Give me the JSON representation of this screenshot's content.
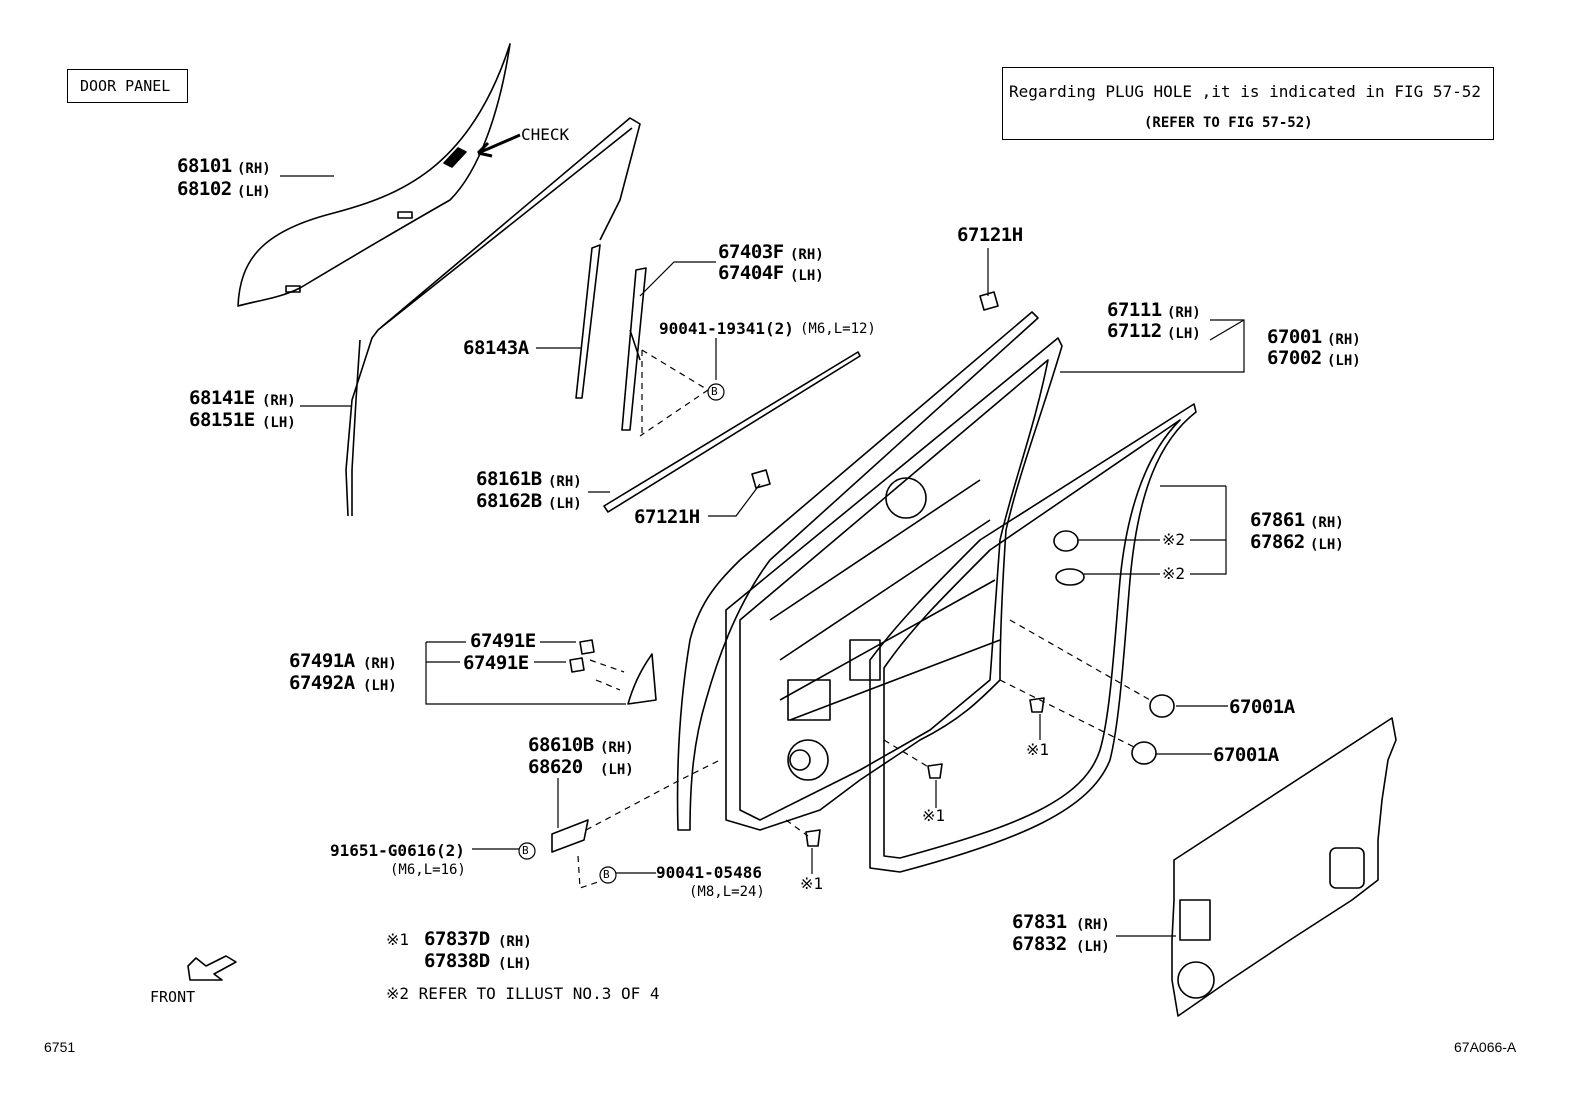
{
  "panel_title": "DOOR PANEL",
  "note": {
    "line1": "Regarding PLUG HOLE ,it is indicated in FIG 57-52",
    "line2": "(REFER TO FIG 57-52)"
  },
  "labels": {
    "check": "CHECK",
    "p68101": "68101",
    "p68102": "68102",
    "p68141E": "68141E",
    "p68151E": "68151E",
    "p68143A": "68143A",
    "p67403F": "67403F",
    "p67404F": "67404F",
    "p90041_19341": "90041-19341(2)",
    "p90041_19341_spec": "(M6,L=12)",
    "p68161B": "68161B",
    "p68162B": "68162B",
    "p67121H_a": "67121H",
    "p67121H_b": "67121H",
    "p67111": "67111",
    "p67112": "67112",
    "p67001": "67001",
    "p67002": "67002",
    "p67861": "67861",
    "p67862": "67862",
    "p67491E_a": "67491E",
    "p67491E_b": "67491E",
    "p67491A": "67491A",
    "p67492A": "67492A",
    "p67001A_a": "67001A",
    "p67001A_b": "67001A",
    "p68610B": "68610B",
    "p68620": "68620",
    "p91651": "91651-G0616(2)",
    "p91651_spec": "(M6,L=16)",
    "p90041_05486": "90041-05486",
    "p90041_05486_spec": "(M8,L=24)",
    "p67831": "67831",
    "p67832": "67832",
    "ref1": "※1",
    "ref2": "※2",
    "ref1_a": "※1",
    "ref1_b": "※1",
    "ref1_c": "※1",
    "ref2_a": "※2",
    "ref2_b": "※2",
    "legend1_mark": "※1",
    "legend1_rh": "67837D",
    "legend1_lh": "67838D",
    "legend2": "※2 REFER TO ILLUST NO.3 OF 4",
    "rh": "(RH)",
    "lh": "(LH)",
    "b": "B",
    "front": "FRONT",
    "page_no": "6751",
    "fig_code": "67A066-A"
  }
}
